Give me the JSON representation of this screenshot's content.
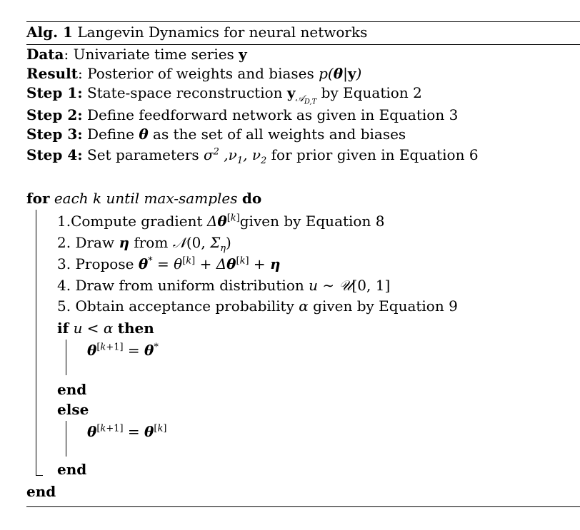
{
  "algorithm": {
    "label": "Alg. 1",
    "title": "Langevin Dynamics for neural networks"
  },
  "header": {
    "data_label": "Data",
    "data_text": ": Univariate time series ",
    "data_sym": "y",
    "result_label": "Result",
    "result_text": ":  Posterior of weights and biases ",
    "result_math": "p(θ|y)"
  },
  "steps": [
    {
      "label": "Step 1:",
      "text": " State-space reconstruction ",
      "math": "y",
      "sub": "𝒜D,T",
      "tail": "  by Equation 2"
    },
    {
      "label": "Step 2:",
      "text": " Define feedforward network as given in Equation 3"
    },
    {
      "label": "Step 3:",
      "text": " Define ",
      "math": "θ",
      "tail": " as the set of all weights and biases"
    },
    {
      "label": "Step 4:",
      "text": " Set parameters ",
      "math": "σ² ,ν₁, ν₂",
      "tail": " for prior given in Equation 6"
    }
  ],
  "loop": {
    "for_kw": "for",
    "for_cond": "each k until max-samples",
    "do_kw": "do",
    "body": [
      "1.Compute gradient Δθ[k]given by Equation 8",
      "2. Draw η from 𝒩(0, Ση)",
      "3. Propose θ* = θ[k] + Δθ[k] + η",
      "4. Draw from uniform distribution u ∼ 𝒰[0, 1]",
      "5. Obtain acceptance probability α given by Equation 9"
    ],
    "if_kw": "if",
    "if_cond": "u < α",
    "then_kw": "then",
    "if_body": "θ[k+1] = θ*",
    "end_kw": "end",
    "else_kw": "else",
    "else_body": "θ[k+1] = θ[k]",
    "end_if_kw": "end",
    "end_for_kw": "end"
  }
}
